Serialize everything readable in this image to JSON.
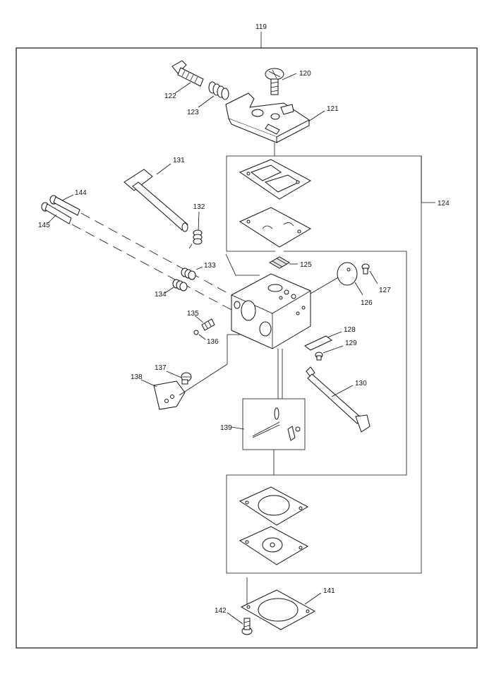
{
  "diagram": {
    "labels": {
      "p119": "119",
      "p120": "120",
      "p121": "121",
      "p122": "122",
      "p123": "123",
      "p124": "124",
      "p125": "125",
      "p126": "126",
      "p127": "127",
      "p128": "128",
      "p129": "129",
      "p130": "130",
      "p131": "131",
      "p132": "132",
      "p133": "133",
      "p134": "134",
      "p135": "135",
      "p136": "136",
      "p137": "137",
      "p138": "138",
      "p139": "139",
      "p141": "141",
      "p142": "142",
      "p144": "144",
      "p145": "145"
    }
  }
}
